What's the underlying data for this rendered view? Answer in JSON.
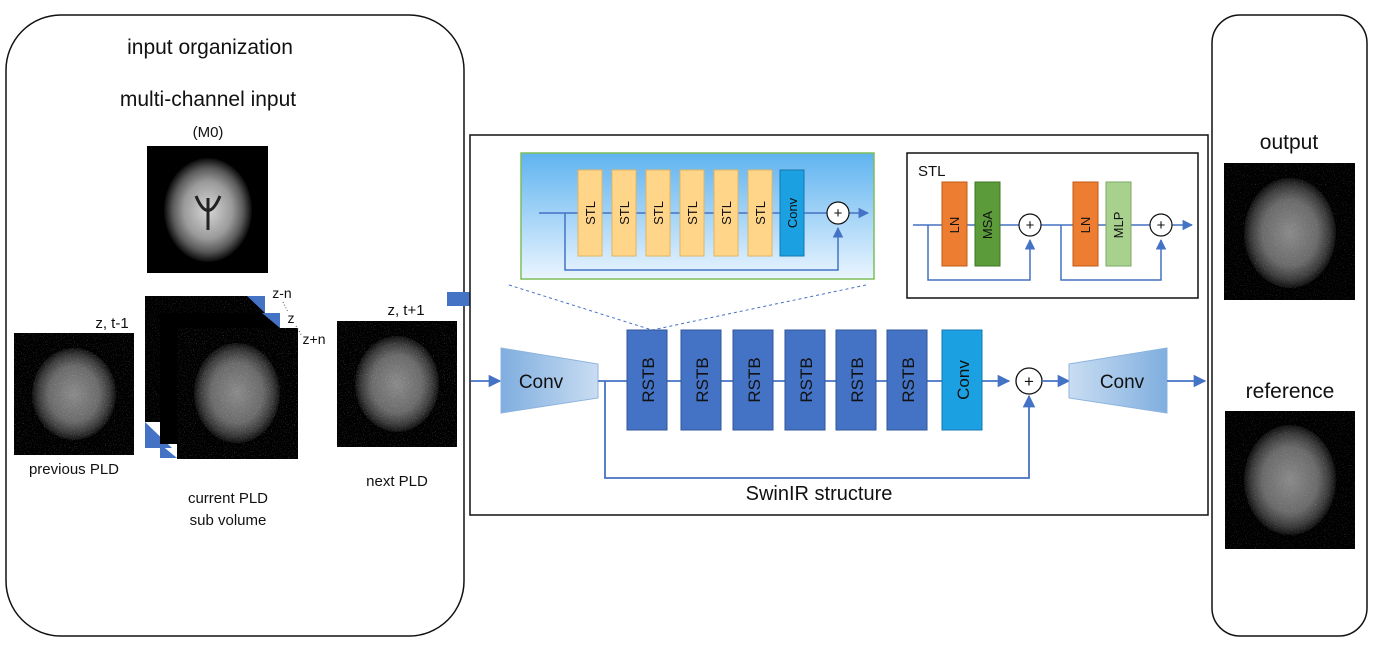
{
  "input_panel": {
    "title": "input organization",
    "subtitle": "multi-channel input",
    "m0_label": "(M0)",
    "prev_top_label": "z, t-1",
    "prev_caption": "previous PLD",
    "current_caption_line1": "current PLD",
    "current_caption_line2": "sub volume",
    "slice_labels": [
      "z-n",
      "z",
      "z+n"
    ],
    "next_top_label": "z, t+1",
    "next_caption": "next PLD"
  },
  "swinir": {
    "caption": "SwinIR structure",
    "input_conv": "Conv",
    "output_conv": "Conv",
    "rstb_blocks": [
      "RSTB",
      "RSTB",
      "RSTB",
      "RSTB",
      "RSTB",
      "RSTB"
    ],
    "final_conv": "Conv",
    "sum_symbol": "+"
  },
  "rstb_detail": {
    "stl_blocks": [
      "STL",
      "STL",
      "STL",
      "STL",
      "STL",
      "STL"
    ],
    "conv": "Conv",
    "sum_symbol": "+"
  },
  "stl_detail": {
    "title": "STL",
    "ln1": "LN",
    "msa": "MSA",
    "ln2": "LN",
    "mlp": "MLP",
    "sum_symbol": "+"
  },
  "output_panel": {
    "output_label": "output",
    "reference_label": "reference"
  },
  "colors": {
    "rstb": "#4472C4",
    "conv_cyan": "#1BA1E2",
    "stl": "#FFD58A",
    "ln": "#ED7D31",
    "msa": "#5B9B3A",
    "mlp": "#A9D18E",
    "arrow": "#4472C4",
    "trapezoid": "#9DC3E6"
  }
}
